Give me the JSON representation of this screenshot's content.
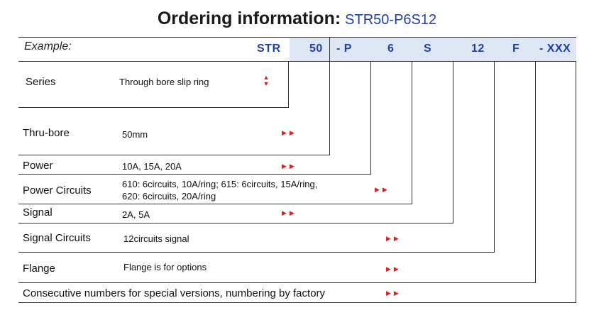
{
  "header": {
    "title": "Ordering information:",
    "model": "STR50-P6S12"
  },
  "example_label": "Example:",
  "code_segments": [
    "STR",
    "50",
    "- P",
    "6",
    "S",
    "12",
    "F",
    "- XXX"
  ],
  "rows": [
    {
      "label": "Series",
      "desc_lines": [
        "Through bore slip ring"
      ]
    },
    {
      "label": "Thru-bore",
      "desc_lines": [
        "50mm"
      ]
    },
    {
      "label": "Power",
      "desc_lines": [
        "10A, 15A, 20A"
      ]
    },
    {
      "label": "Power Circuits",
      "desc_lines": [
        "610: 6circuits, 10A/ring; 615: 6circuits, 15A/ring,",
        "620: 6circuits, 20A/ring"
      ]
    },
    {
      "label": "Signal",
      "desc_lines": [
        "2A, 5A"
      ]
    },
    {
      "label": "Signal Circuits",
      "desc_lines": [
        "12circuits signal"
      ]
    },
    {
      "label": "Flange",
      "desc_lines": [
        "Flange is for options"
      ]
    },
    {
      "label": "Consecutive numbers for special versions, numbering by factory",
      "desc_lines": []
    }
  ],
  "icons": {
    "arrow": "right-double-arrow-icon",
    "updown": "up-down-arrow-icon"
  },
  "colors": {
    "accent": "#1f3fa8",
    "arrow": "#e02020",
    "code_bar": "#dde6f2"
  }
}
